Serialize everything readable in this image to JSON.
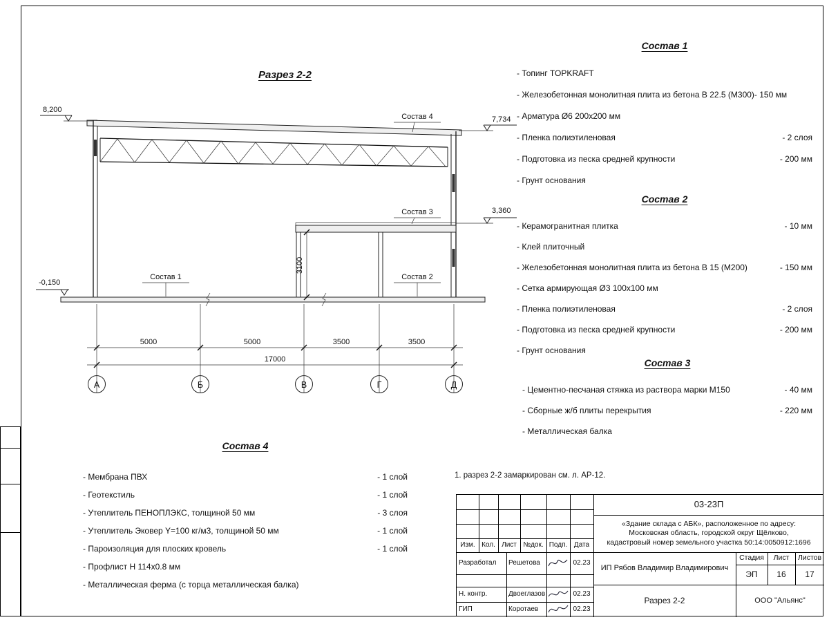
{
  "sheet": {
    "note": "1. разрез 2-2 замаркирован см. л. АР-12."
  },
  "drawing": {
    "title": "Разрез 2-2",
    "elev_top_left": "8,200",
    "elev_top_right": "7,734",
    "elev_mid_right": "3,360",
    "elev_floor": "-0,150",
    "label_comp1": "Состав 1",
    "label_comp2": "Состав 2",
    "label_comp3": "Состав 3",
    "label_comp4": "Состав 4",
    "dim_height": "3100",
    "dims": [
      "5000",
      "5000",
      "3500",
      "3500"
    ],
    "dim_total": "17000",
    "axes": [
      "А",
      "Б",
      "В",
      "Г",
      "Д"
    ]
  },
  "comp1": {
    "title": "Состав 1",
    "items": [
      {
        "text": "- Топинг TOPKRAFT",
        "value": ""
      },
      {
        "text": "- Железобетонная  монолитная плита из бетона  В 22.5 (М300)- 150 мм",
        "value": ""
      },
      {
        "text": "- Арматура Ø6 200х200 мм",
        "value": ""
      },
      {
        "text": "- Пленка полиэтиленовая",
        "value": "- 2 слоя"
      },
      {
        "text": "- Подготовка из песка средней  крупности",
        "value": "- 200 мм"
      },
      {
        "text": "- Грунт основания",
        "value": ""
      }
    ]
  },
  "comp2": {
    "title": "Состав 2",
    "items": [
      {
        "text": "- Керамогранитная плитка",
        "value": "- 10 мм"
      },
      {
        "text": "- Клей плиточный",
        "value": ""
      },
      {
        "text": "- Железобетонная  монолитная плита из бетона В 15 (М200)",
        "value": "- 150 мм"
      },
      {
        "text": "- Сетка армирующая Ø3 100х100 мм",
        "value": ""
      },
      {
        "text": "- Пленка полиэтиленовая",
        "value": "- 2 слоя"
      },
      {
        "text": "- Подготовка из песка средней  крупности",
        "value": "- 200 мм"
      },
      {
        "text": "- Грунт основания",
        "value": ""
      }
    ]
  },
  "comp3": {
    "title": "Состав 3",
    "items": [
      {
        "text": "- Цементно-песчаная стяжка  из раствора марки М150",
        "value": "- 40 мм"
      },
      {
        "text": "- Сборные ж/б плиты перекрытия",
        "value": "- 220 мм"
      },
      {
        "text": "- Металлическая  балка",
        "value": ""
      }
    ]
  },
  "comp4": {
    "title": "Состав 4",
    "items": [
      {
        "text": "- Мембрана ПВХ",
        "value": "- 1 слой"
      },
      {
        "text": "- Геотекстиль",
        "value": "- 1 слой"
      },
      {
        "text": "- Утеплитель ПЕНОПЛЭКС, толщиной 50 мм",
        "value": "- 3 слоя"
      },
      {
        "text": "- Утеплитель Эковер Y=100 кг/м3, толщиной 50 мм",
        "value": "- 1 слой"
      },
      {
        "text": "- Пароизоляция для плоских кровель",
        "value": "- 1 слой"
      },
      {
        "text": "- Профлист Н 114х0.8 мм",
        "value": ""
      },
      {
        "text": "- Металлическая ферма (с торца металлическая балка)",
        "value": ""
      }
    ]
  },
  "titleblock": {
    "doc_number": "03-23П",
    "object_line1": "«Здание склада с АБК», расположенное по адресу:",
    "object_line2": "Московская область, городской округ Щёлково,",
    "object_line3": "кадастровый номер земельного участка 50:14:0050912:1696",
    "col_headers": [
      "Изм.",
      "Кол.",
      "Лист",
      "№док.",
      "Подп.",
      "Дата"
    ],
    "rows": [
      {
        "role": "Разработал",
        "name": "Решетова",
        "date": "02.23"
      },
      {
        "role": "Н. контр.",
        "name": "Двоеглазов",
        "date": "02.23"
      },
      {
        "role": "ГИП",
        "name": "Коротаев",
        "date": "02.23"
      }
    ],
    "client": "ИП Рябов Владимир Владимирович",
    "stage_label": "Стадия",
    "sheet_label": "Лист",
    "sheets_label": "Листов",
    "stage": "ЭП",
    "sheet_no": "16",
    "sheets_total": "17",
    "drawing_name": "Разрез 2-2",
    "company": "ООО \"Альянс\""
  }
}
